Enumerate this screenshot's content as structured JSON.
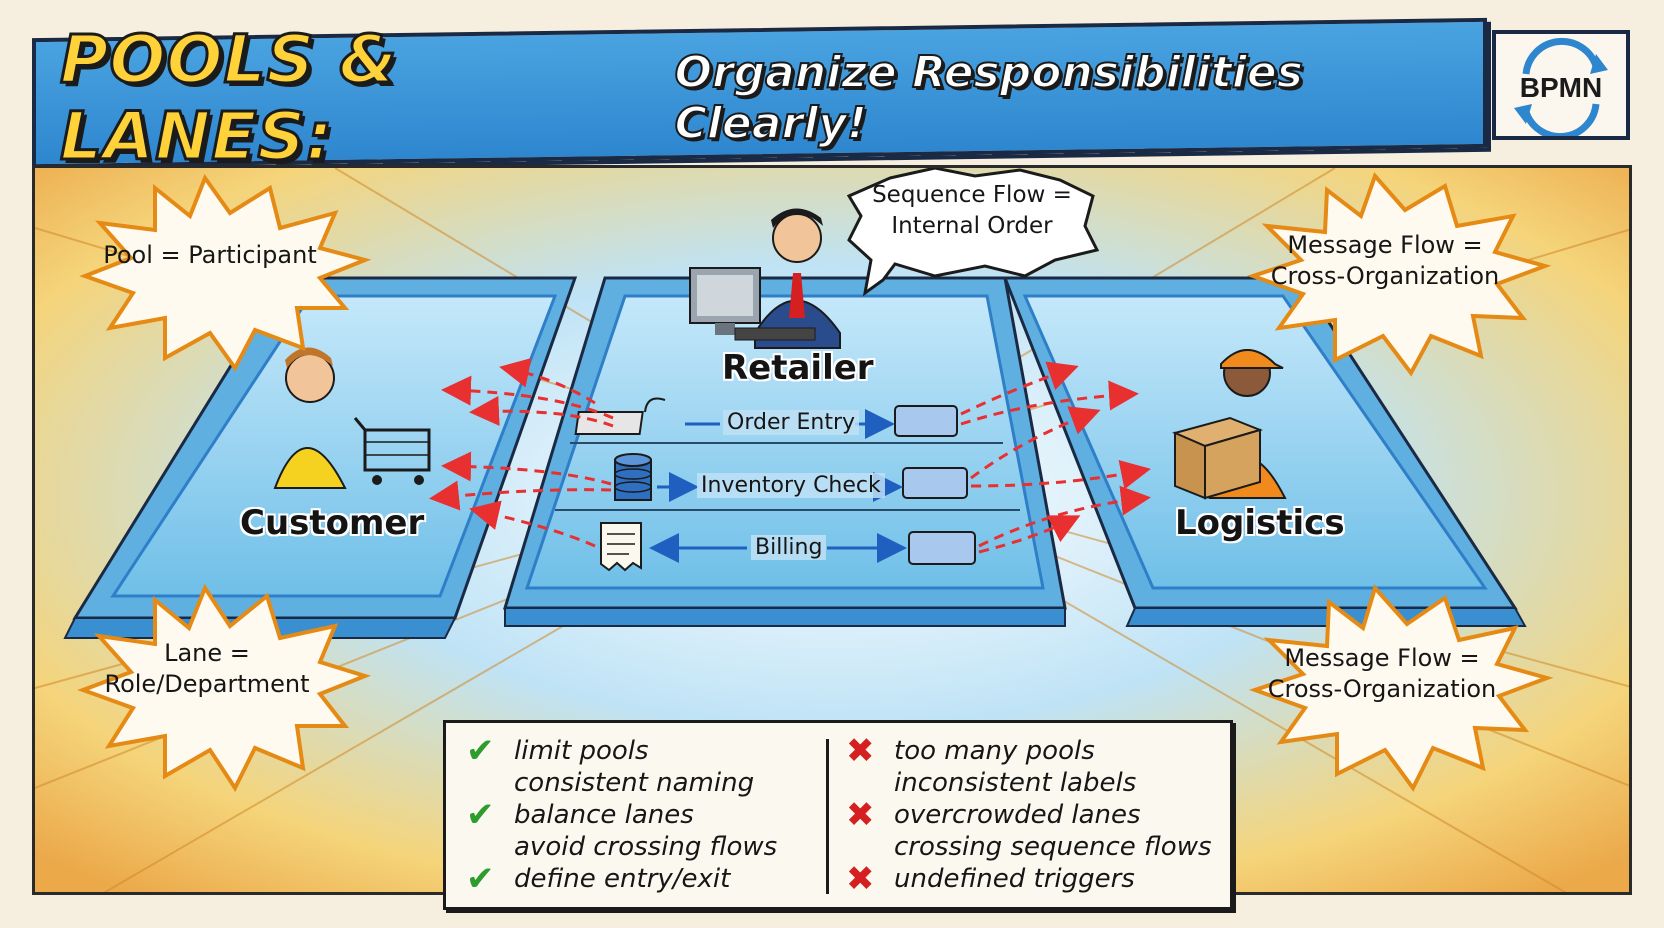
{
  "header": {
    "title_main": "POOLS & LANES:",
    "title_sub": "Organize Responsibilities Clearly!",
    "logo_text": "BPMN"
  },
  "pools": {
    "customer": "Customer",
    "retailer": "Retailer",
    "logistics": "Logistics"
  },
  "lanes": {
    "order_entry": "Order Entry",
    "inventory_check": "Inventory Check",
    "billing": "Billing"
  },
  "callouts": {
    "pool": "Pool = Participant",
    "lane_line1": "Lane =",
    "lane_line2": "Role/Department",
    "sequence_line1": "Sequence Flow =",
    "sequence_line2": "Internal Order",
    "message_top_line1": "Message Flow =",
    "message_top_line2": "Cross-Organization",
    "message_bottom_line1": "Message Flow =",
    "message_bottom_line2": "Cross-Organization"
  },
  "checklist": {
    "good": [
      {
        "mark": "✔",
        "text": "limit pools"
      },
      {
        "mark": "",
        "text": "consistent naming"
      },
      {
        "mark": "✔",
        "text": "balance lanes"
      },
      {
        "mark": "",
        "text": "avoid crossing flows"
      },
      {
        "mark": "✔",
        "text": "define entry/exit"
      }
    ],
    "bad": [
      {
        "mark": "✖",
        "text": "too many pools"
      },
      {
        "mark": "",
        "text": "inconsistent labels"
      },
      {
        "mark": "✖",
        "text": "overcrowded lanes"
      },
      {
        "mark": "",
        "text": "crossing sequence flows"
      },
      {
        "mark": "✖",
        "text": "undefined triggers"
      }
    ]
  },
  "colors": {
    "banner": "#3b95d8",
    "title_yellow": "#ffd23a",
    "water": "#8fd0f0",
    "pool_rim": "#2f7fc8",
    "message_flow": "#e83030",
    "sequence_flow": "#1f5fbf",
    "burst_fill": "#fffaf0",
    "burst_edge": "#f0a020",
    "check_green": "#2e9b2e",
    "cross_red": "#d42020"
  },
  "icons": [
    "keyboard-icon",
    "database-icon",
    "receipt-icon",
    "shopping-cart-icon",
    "cardboard-box-icon",
    "computer-monitor-icon",
    "bpmn-cycle-icon"
  ]
}
